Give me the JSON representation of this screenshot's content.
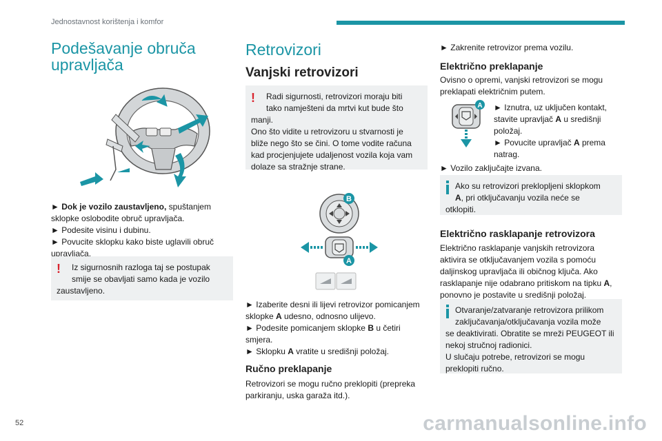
{
  "header": {
    "section_title": "Jednostavnost korištenja i komfor"
  },
  "page_number": "52",
  "watermark": "carmanualsonline.info",
  "col1": {
    "title_line1": "Podešavanje obruča",
    "title_line2": "upravljača",
    "steps": [
      {
        "bullet": "►",
        "bold": "Dok je vozilo zaustavljeno,",
        "text_a": " spuštanjem",
        "text_b": "sklopke oslobodite obruč upravljača."
      },
      {
        "bullet": "►",
        "text": "Podesite visinu i dubinu."
      },
      {
        "bullet": "►",
        "text_a": "Povucite sklopku kako biste uglavili obruč",
        "text_b": "upravljača."
      }
    ],
    "warning": {
      "line1": "Iz sigurnosnih razloga taj se postupak",
      "line2": "smije se obavljati samo kada je vozilo",
      "line3": "zaustavljeno."
    }
  },
  "col2": {
    "title": "Retrovizori",
    "subtitle": "Vanjski retrovizori",
    "warning": {
      "line1": "Radi sigurnosti, retrovizori moraju biti",
      "line2": "tako namješteni da mrtvi kut bude što",
      "line3": "manji.",
      "line4": "Ono što vidite u retrovizoru u stvarnosti je",
      "line5": "bliže nego što se čini. O tome vodite računa",
      "line6": "kad procjenjujete udaljenost vozila koja vam",
      "line7": "dolaze sa stražnje strane."
    },
    "figure_labels": {
      "b": "B",
      "a": "A"
    },
    "steps": [
      {
        "bullet": "►",
        "line1": "Izaberite desni ili lijevi retrovizor pomicanjem",
        "line2_pre": "sklopke ",
        "line2_bold": "A",
        "line2_post": " udesno, odnosno ulijevo."
      },
      {
        "bullet": "►",
        "line1_pre": "Podesite pomicanjem sklopke ",
        "line1_bold": "B",
        "line1_post": " u četiri",
        "line2": "smjera."
      },
      {
        "bullet": "►",
        "line1_pre": "Sklopku ",
        "line1_bold": "A",
        "line1_post": " vratite u središnji položaj."
      }
    ],
    "manual_fold": {
      "heading": "Ručno preklapanje",
      "line1": "Retrovizori se mogu ručno preklopiti (prepreka",
      "line2": "parkiranju, uska garaža itd.)."
    }
  },
  "col3": {
    "top_step": {
      "bullet": "►",
      "text": "Zakrenite retrovizor prema vozilu."
    },
    "electric_fold": {
      "heading": "Električno preklapanje",
      "line1": "Ovisno o opremi, vanjski retrovizori se mogu",
      "line2": "preklapati električnim putem.",
      "icon_label": "A",
      "step1_l1": "Iznutra, uz uključen kontakt,",
      "step1_l2_pre": "stavite upravljač ",
      "step1_l2_bold": "A",
      "step1_l2_post": " u središnji",
      "step1_l3": "položaj.",
      "step2_l1_pre": "Povucite upravljač ",
      "step2_l1_bold": "A",
      "step2_l1_post": " prema",
      "step2_l2": "natrag.",
      "step3": "Vozilo zaključajte izvana.",
      "info_l1": "Ako su retrovizori preklopljeni sklopkom",
      "info_l2_bold": "A",
      "info_l2_post": ", pri otključavanju vozila neće se",
      "info_l3": "otklopiti."
    },
    "electric_unfold": {
      "heading": "Električno rasklapanje retrovizora",
      "line1": "Električno rasklapanje vanjskih retrovizora",
      "line2": "aktivira se otključavanjem vozila s pomoću",
      "line3": "daljinskog upravljača ili običnog ključa. Ako",
      "line4_pre": "rasklapanje nije odabrano pritiskom na tipku ",
      "line4_bold": "A",
      "line4_post": ",",
      "line5": "ponovno je postavite u središnji položaj.",
      "info_l1": "Otvaranje/zatvaranje retrovizora prilikom",
      "info_l2": "zaključavanja/otključavanja vozila može",
      "info_l3": "se deaktivirati. Obratite se mreži PEUGEOT ili",
      "info_l4": "nekoj stručnoj radionici.",
      "info_l5": "U slučaju potrebe, retrovizori se mogu",
      "info_l6": "preklopiti ručno."
    }
  },
  "colors": {
    "accent": "#1b95a5",
    "warning": "#d9232d",
    "box_bg": "#eef0f1"
  }
}
